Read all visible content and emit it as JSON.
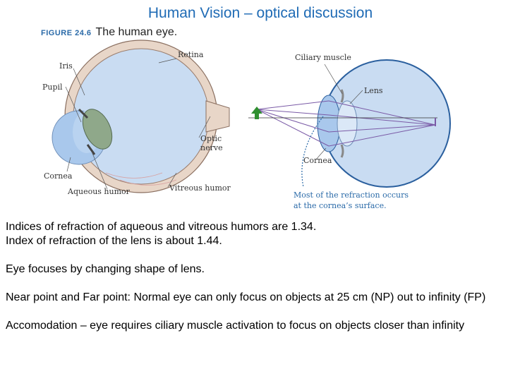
{
  "slide": {
    "title": "Human Vision – optical discussion"
  },
  "figure": {
    "number": "FIGURE 24.6",
    "caption": "The human eye.",
    "left_labels": {
      "retina": "Retina",
      "iris": "Iris",
      "pupil": "Pupil",
      "optic_1": "Optic",
      "optic_2": "nerve",
      "cornea": "Cornea",
      "aqueous": "Aqueous humor",
      "vitreous": "Vitreous humor"
    },
    "right_labels": {
      "ciliary": "Ciliary muscle",
      "lens": "Lens",
      "cornea": "Cornea",
      "note_1": "Most of the refraction occurs",
      "note_2": "at the cornea’s surface."
    }
  },
  "body": {
    "p1_line1": "Indices of refraction of aqueous and vitreous humors are 1.34.",
    "p1_line2": "Index of refraction of the lens is about 1.44.",
    "p2": "Eye focuses by changing shape of lens.",
    "p3": "Near point and Far point: Normal eye can only focus on objects at 25 cm (NP) out to infinity (FP)",
    "p4": "Accomodation – eye requires ciliary muscle activation to focus on objects closer than infinity"
  },
  "colors": {
    "title": "#1f6bb5",
    "eye_fill": "#c9dcf2",
    "cornea_blue": "#a9c8ec",
    "lens_green": "#8fa88a",
    "sclera": "#e8d6c8",
    "arrow_green": "#2f8f2f",
    "ray_purple": "#7a5aa6"
  }
}
